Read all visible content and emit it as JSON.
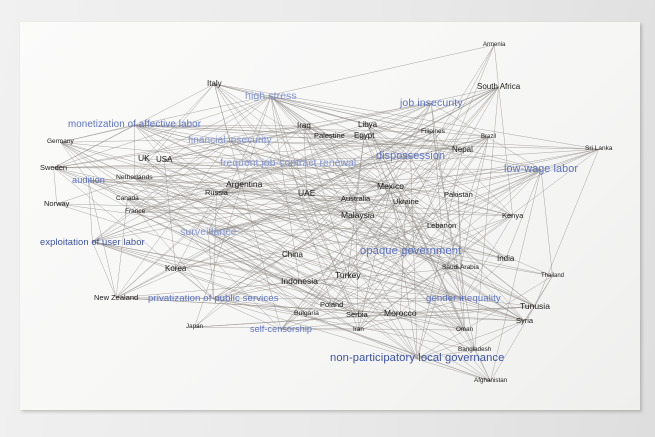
{
  "artwork": {
    "countries": [
      "Armenia",
      "South Africa",
      "Italy",
      "Iraq",
      "Libya",
      "Palestine",
      "Egypt",
      "Filipines",
      "Brazil",
      "Nepal",
      "Sri Lanka",
      "Germany",
      "UK",
      "USA",
      "Sweden",
      "Netherlands",
      "Argentina",
      "Russia",
      "UAE",
      "Mexico",
      "Australia",
      "Pakistan",
      "Ukraine",
      "Canada",
      "France",
      "Norway",
      "Malaysia",
      "Kenya",
      "Lebanon",
      "China",
      "India",
      "Saudi Arabia",
      "Korea",
      "Turkey",
      "Thailand",
      "Indonesia",
      "New Zealand",
      "Poland",
      "Tunusia",
      "Bulgaria",
      "Serbia",
      "Morocco",
      "Syria",
      "Japan",
      "Iran",
      "Oman",
      "Bangladesh",
      "Afghanistan"
    ],
    "concepts": [
      "high stress",
      "job insecurity",
      "monetization of affective labor",
      "financial insecurity",
      "dispossession",
      "frequent job-contract renewal",
      "low-wage labor",
      "audition",
      "surveillance",
      "exploitation of user labor",
      "opaque government",
      "privatization of public services",
      "gender inequality",
      "self-censorship",
      "non-participatory local governance"
    ]
  },
  "colors": {
    "wall": "#e6e6e6",
    "panel": "#f7f7f6",
    "edge": "#8d8883",
    "country_text": "#1c1c1c",
    "concept_light": "#8195d3",
    "concept_mid": "#5b72c0",
    "concept_dark": "#3b51a1"
  }
}
